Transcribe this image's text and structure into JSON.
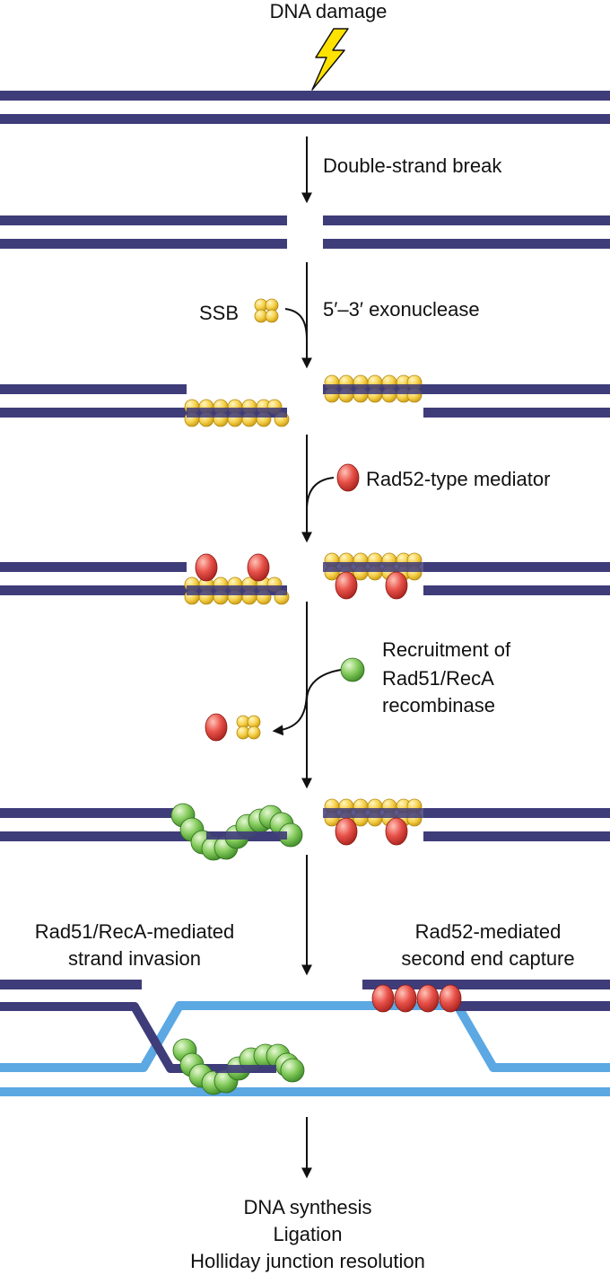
{
  "labels": {
    "dna_damage": "DNA damage",
    "double_strand_break": "Double-strand break",
    "ssb": "SSB",
    "exonuclease": "5′–3′ exonuclease",
    "rad52_mediator": "Rad52-type mediator",
    "recruitment_line1": "Recruitment of",
    "recruitment_line2": "Rad51/RecA",
    "recruitment_line3": "recombinase",
    "strand_invasion_line1": "Rad51/RecA-mediated",
    "strand_invasion_line2": "strand invasion",
    "second_end_line1": "Rad52-mediated",
    "second_end_line2": "second end capture",
    "final_line1": "DNA synthesis",
    "final_line2": "Ligation",
    "final_line3": "Holliday junction resolution"
  },
  "colors": {
    "dna_strand": "#3f3c7a",
    "donor_strand": "#5ba8e3",
    "ssb": "#f6d04a",
    "rad52": "#e8524a",
    "rad51": "#7cc95a",
    "lightning": "#ffe200",
    "arrow": "#111111"
  },
  "icons": {
    "damage": "lightning-bolt-icon",
    "ssb": "ssb-tetramer-icon",
    "rad52": "rad52-oval-icon",
    "rad51": "rad51-sphere-icon"
  }
}
